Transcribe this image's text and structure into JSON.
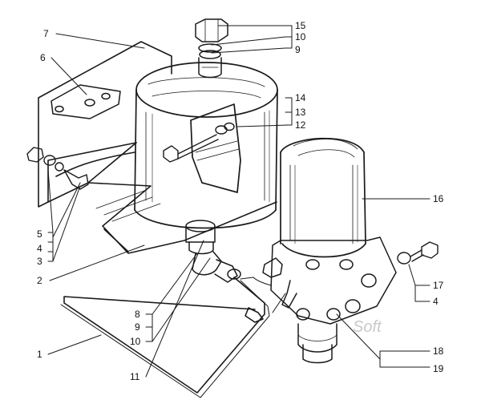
{
  "diagram": {
    "callouts": [
      {
        "id": "c1",
        "text": "1"
      },
      {
        "id": "c2",
        "text": "2"
      },
      {
        "id": "c3",
        "text": "3"
      },
      {
        "id": "c4a",
        "text": "4"
      },
      {
        "id": "c5",
        "text": "5"
      },
      {
        "id": "c6",
        "text": "6"
      },
      {
        "id": "c7",
        "text": "7"
      },
      {
        "id": "c8",
        "text": "8"
      },
      {
        "id": "c9a",
        "text": "9"
      },
      {
        "id": "c10a",
        "text": "10"
      },
      {
        "id": "c11",
        "text": "11"
      },
      {
        "id": "c15",
        "text": "15"
      },
      {
        "id": "c10b",
        "text": "10"
      },
      {
        "id": "c9b",
        "text": "9"
      },
      {
        "id": "c14",
        "text": "14"
      },
      {
        "id": "c13",
        "text": "13"
      },
      {
        "id": "c12",
        "text": "12"
      },
      {
        "id": "c16",
        "text": "16"
      },
      {
        "id": "c17",
        "text": "17"
      },
      {
        "id": "c4b",
        "text": "4"
      },
      {
        "id": "c18",
        "text": "18"
      },
      {
        "id": "c19",
        "text": "19"
      }
    ],
    "watermark": "Soft"
  }
}
